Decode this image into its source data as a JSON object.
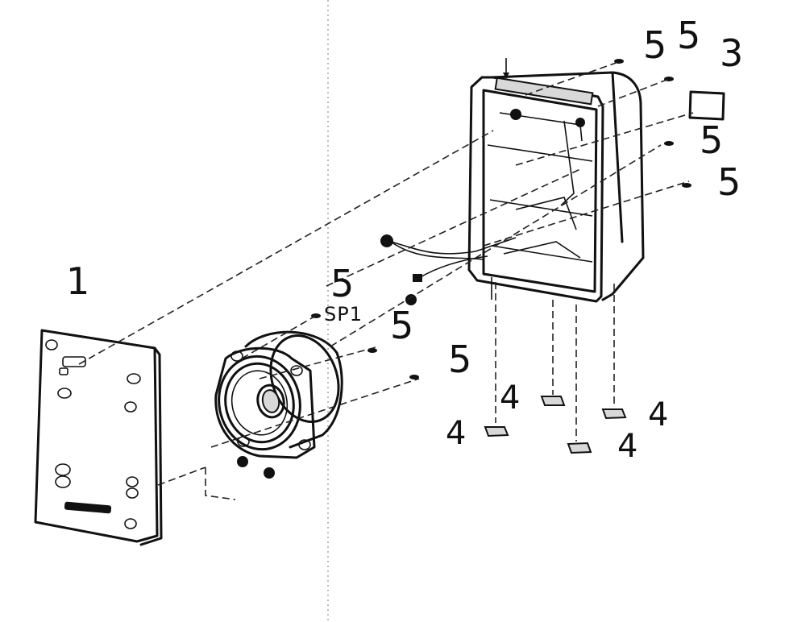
{
  "labels": {
    "front_panel": "1",
    "label_card": "3",
    "foot_a": "4",
    "foot_b": "4",
    "foot_c": "4",
    "foot_d": "4",
    "screw_a": "5",
    "screw_b": "5",
    "screw_c": "5",
    "screw_d": "5",
    "screw_e": "5",
    "screw_f": "5",
    "screw_g": "5",
    "speaker": "SP1"
  }
}
